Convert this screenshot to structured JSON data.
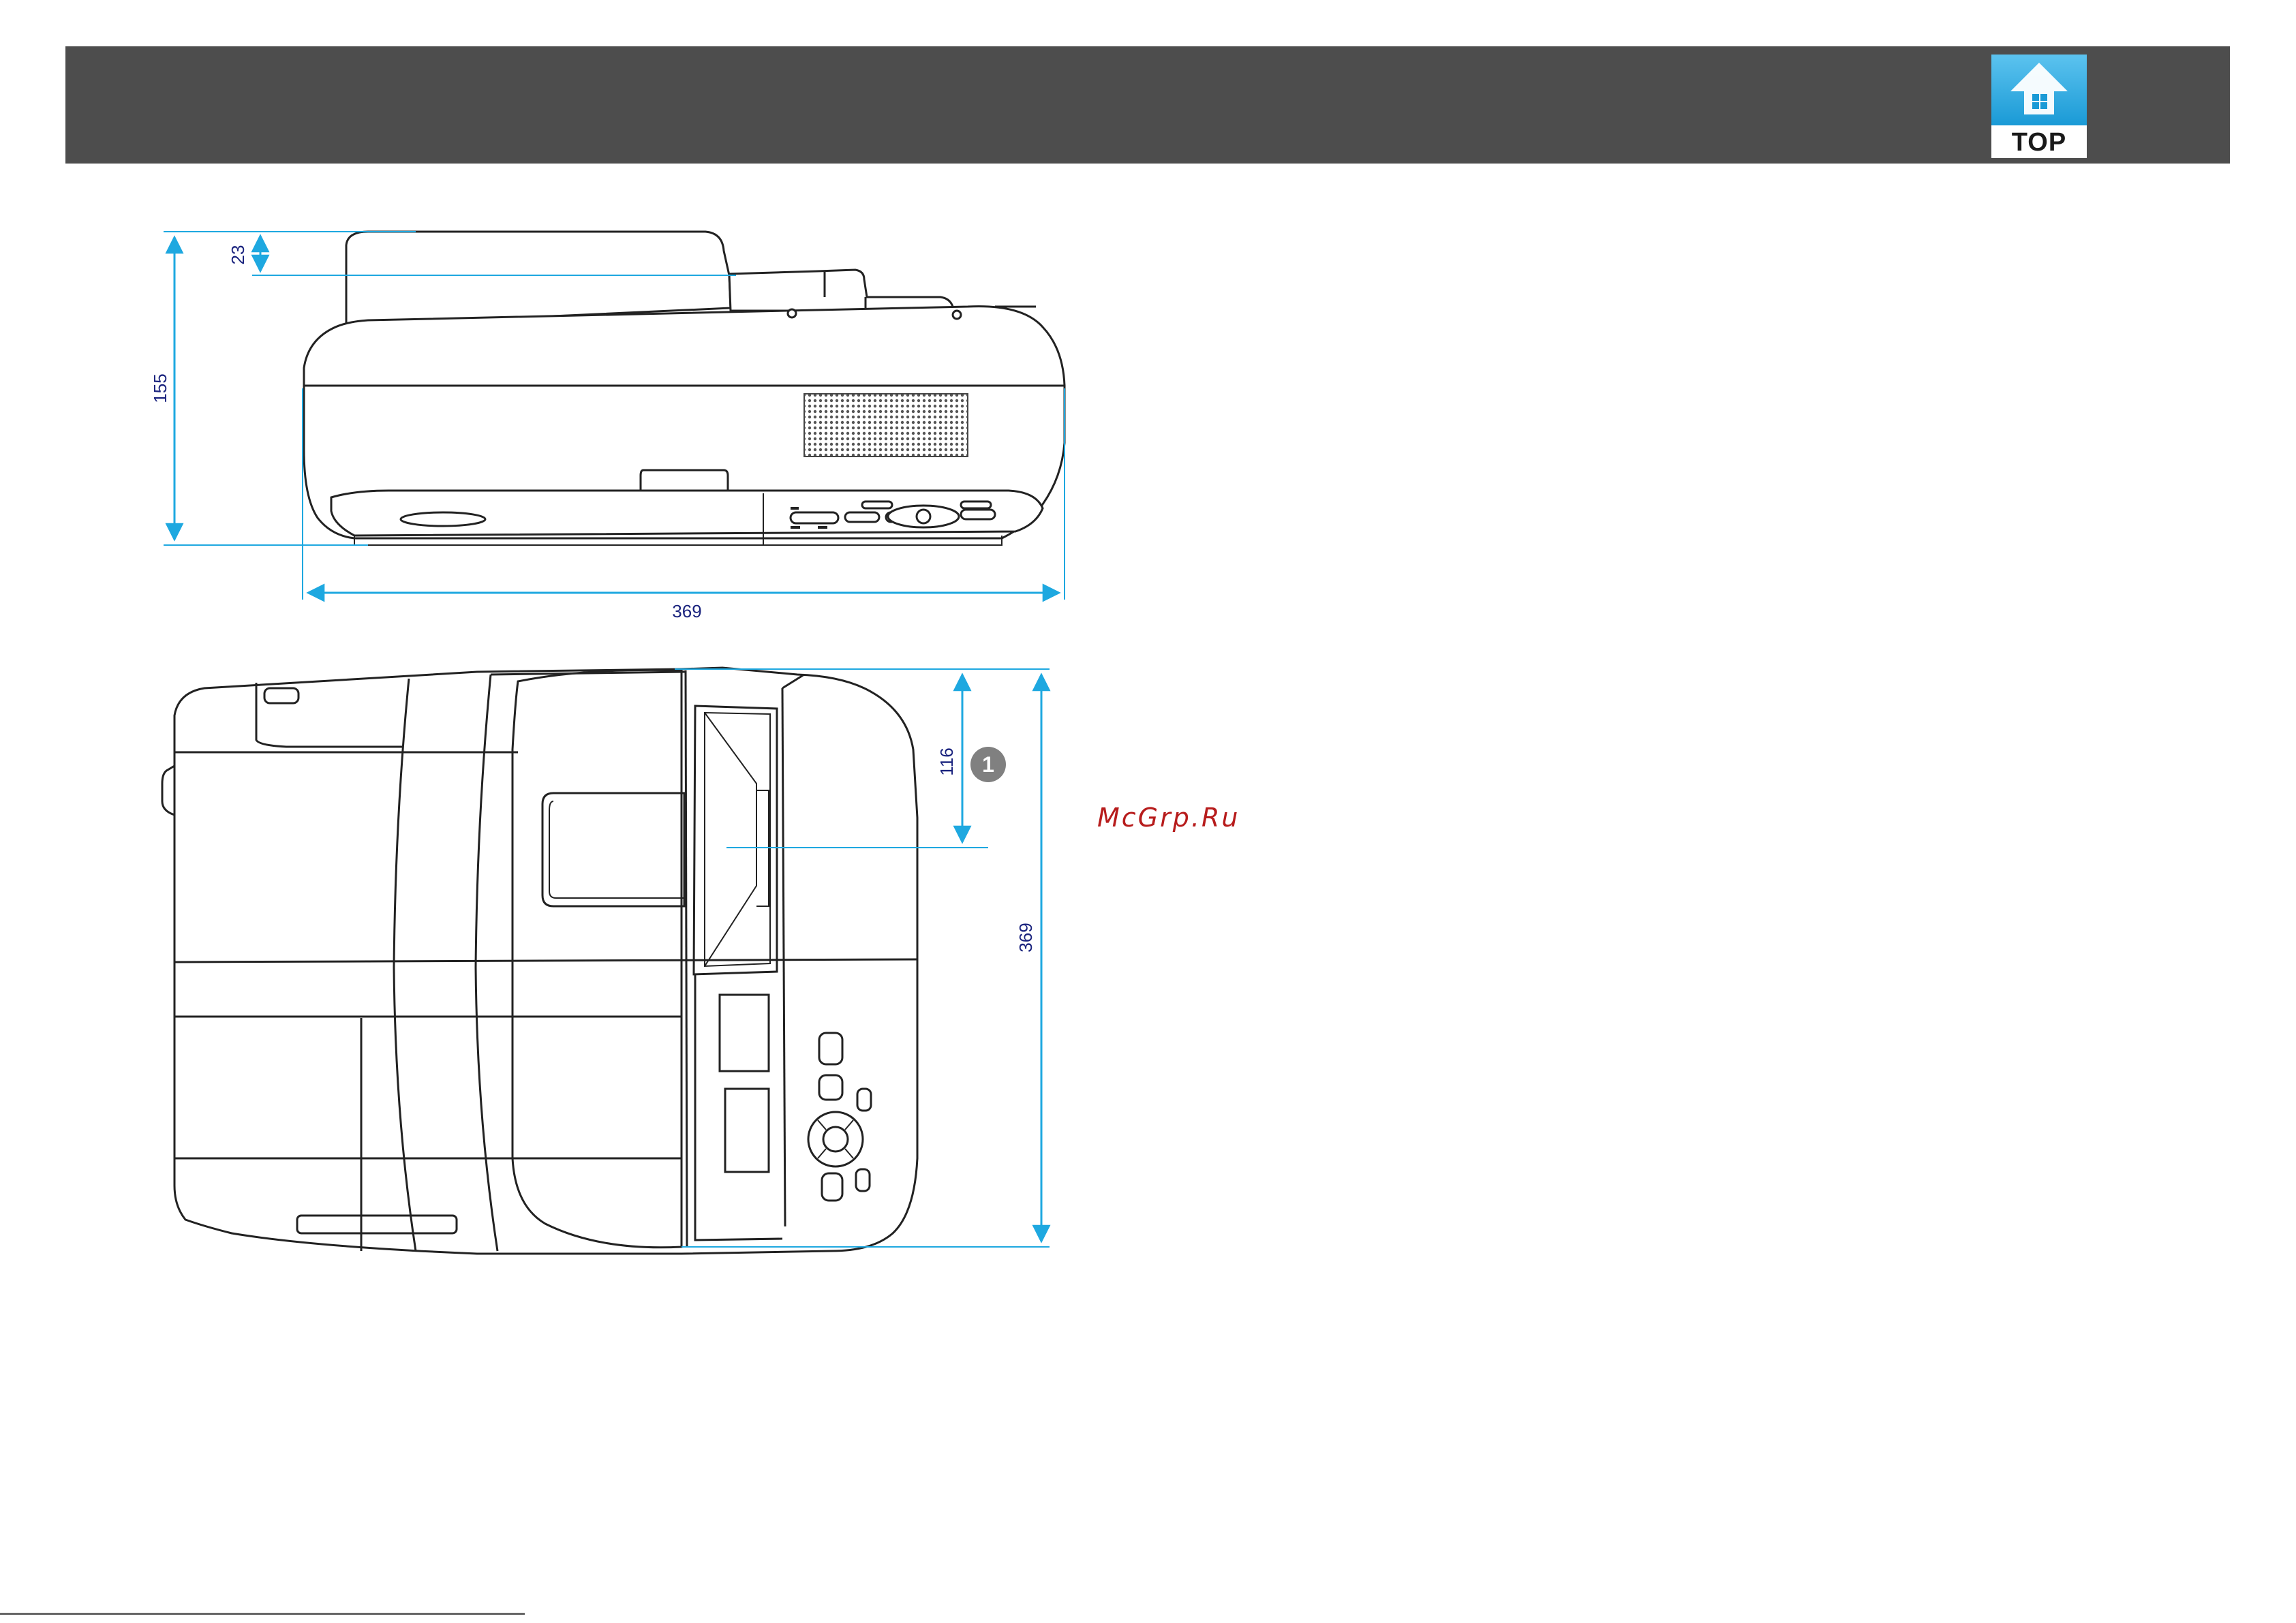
{
  "header": {
    "top_button_label": "TOP",
    "top_button_icon": "projector-top-icon",
    "accent_color": "#1ea8e0"
  },
  "dimensions": {
    "side_view": {
      "height_label": "155",
      "top_offset_label": "23",
      "width_label": "369"
    },
    "top_view": {
      "lens_offset_label": "116",
      "depth_label": "369"
    }
  },
  "callout": {
    "number": "1"
  },
  "watermark": "McGrp.Ru"
}
